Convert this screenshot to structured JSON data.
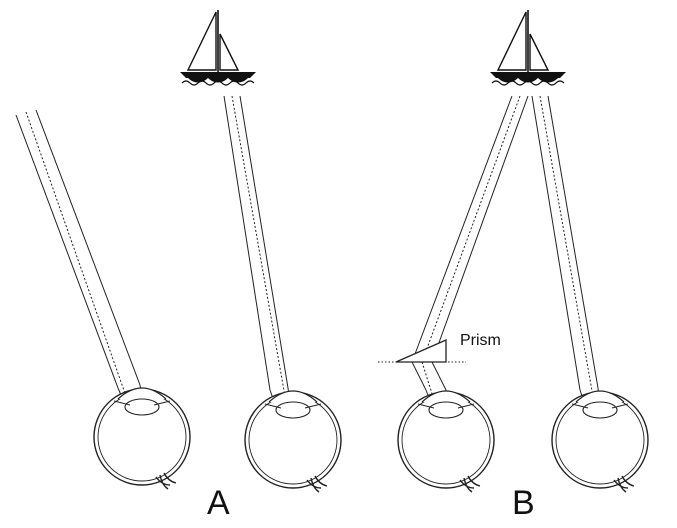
{
  "labels": {
    "panel_a": "A",
    "panel_b": "B",
    "prism": "Prism"
  },
  "colors": {
    "line": "#222222",
    "hull": "#111111",
    "background": "#ffffff"
  },
  "icons": [
    "sailboat-icon",
    "eye-icon",
    "prism-icon"
  ]
}
